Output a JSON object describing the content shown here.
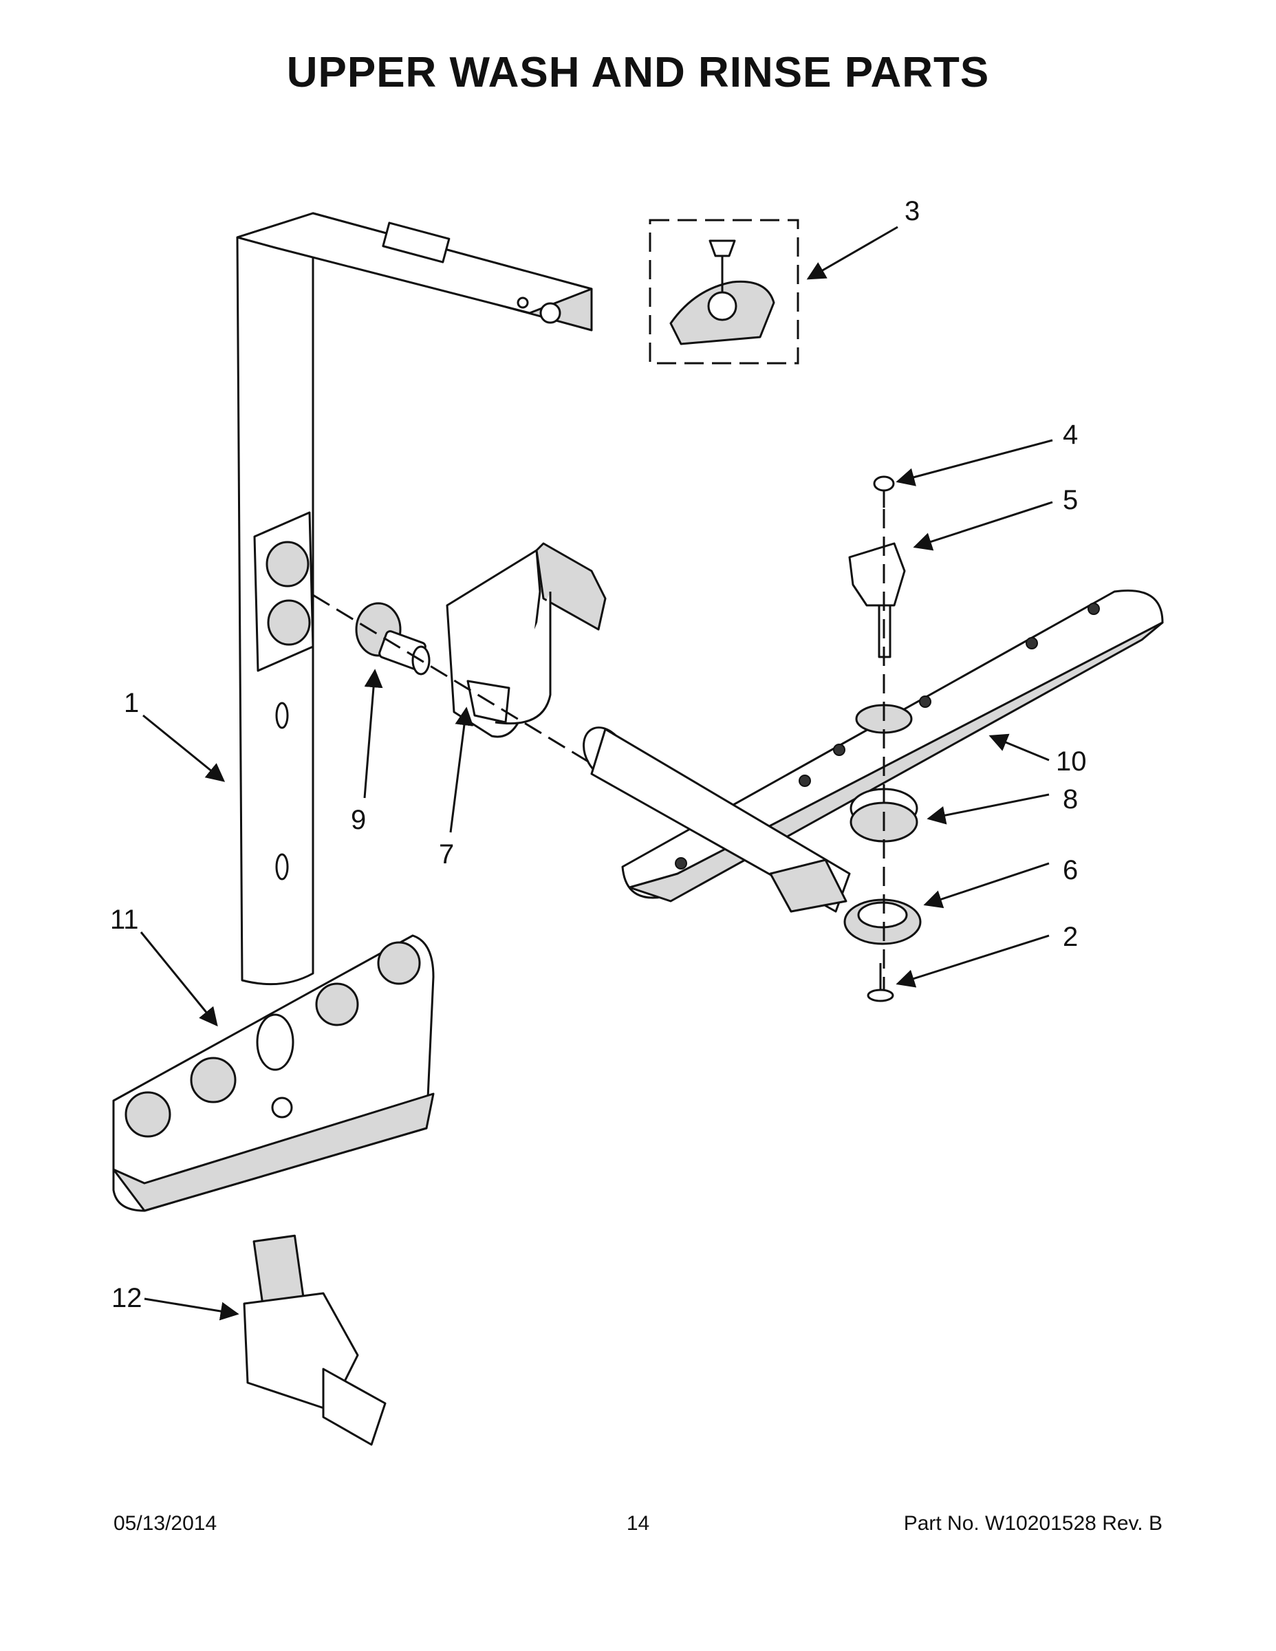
{
  "title": "UPPER WASH AND RINSE PARTS",
  "callouts": {
    "c1": "1",
    "c2": "2",
    "c3": "3",
    "c4": "4",
    "c5": "5",
    "c6": "6",
    "c7": "7",
    "c8": "8",
    "c9": "9",
    "c10": "10",
    "c11": "11",
    "c12": "12"
  },
  "footer": {
    "date": "05/13/2014",
    "page": "14",
    "part": "Part No.  W10201528  Rev.  B"
  }
}
